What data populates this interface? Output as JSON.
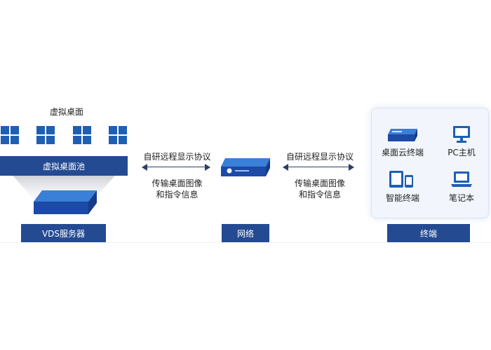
{
  "server": {
    "virtual_desktop_label": "虚拟桌面",
    "pool_label": "虚拟桌面池",
    "footer_label": "VDS服务器"
  },
  "network": {
    "footer_label": "网络"
  },
  "left_link": {
    "protocol_label": "自研远程显示协议",
    "info_line1": "传输桌面图像",
    "info_line2": "和指令信息"
  },
  "right_link": {
    "protocol_label": "自研远程显示协议",
    "info_line1": "传输桌面图像",
    "info_line2": "和指令信息"
  },
  "terminal": {
    "items": [
      {
        "label": "桌面云终端",
        "icon": "thin-client-icon"
      },
      {
        "label": "PC主机",
        "icon": "pc-icon"
      },
      {
        "label": "智能终端",
        "icon": "smart-devices-icon"
      },
      {
        "label": "笔记本",
        "icon": "laptop-icon"
      }
    ],
    "footer_label": "终端"
  },
  "colors": {
    "primary_blue": "#244a92",
    "icon_blue": "#1f5fb3",
    "panel_bg": "#f2f6fc"
  }
}
